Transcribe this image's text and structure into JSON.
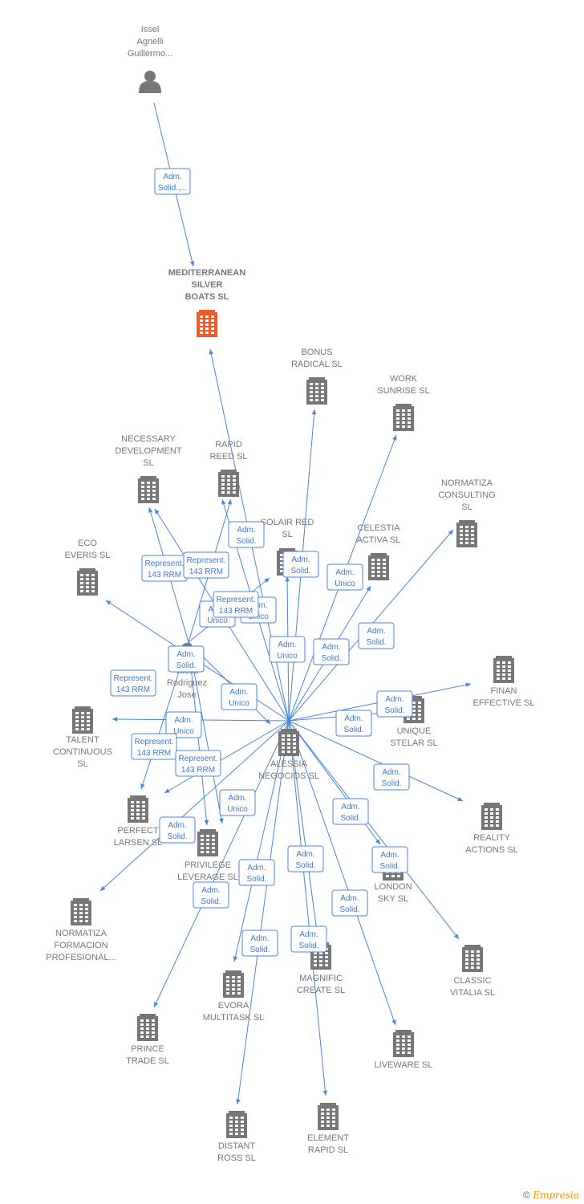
{
  "colors": {
    "edge": "#4a86d8",
    "building": "#777777",
    "building_highlight": "#f05a28",
    "person": "#777777"
  },
  "nodes": [
    {
      "id": "issel",
      "type": "person",
      "label": [
        "Issel",
        "Agnelli",
        "Guillermo..."
      ]
    },
    {
      "id": "msb",
      "type": "company",
      "highlight": true,
      "label": [
        "MEDITERRANEAN",
        "SILVER",
        "BOATS  SL"
      ]
    },
    {
      "id": "bonus",
      "type": "company",
      "label": [
        "BONUS",
        "RADICAL  SL"
      ]
    },
    {
      "id": "work",
      "type": "company",
      "label": [
        "WORK",
        "SUNRISE  SL"
      ]
    },
    {
      "id": "nec",
      "type": "company",
      "label": [
        "NECESSARY",
        "DEVELOPMENT",
        "SL"
      ]
    },
    {
      "id": "rapid",
      "type": "company",
      "label": [
        "RAPID",
        "REED  SL"
      ]
    },
    {
      "id": "normcons",
      "type": "company",
      "label": [
        "NORMATIZA",
        "CONSULTING",
        "SL"
      ]
    },
    {
      "id": "solair",
      "type": "company",
      "label": [
        "SOLAIR RED",
        "SL"
      ]
    },
    {
      "id": "celestia",
      "type": "company",
      "label": [
        "CELESTIA",
        "ACTIVA  SL"
      ]
    },
    {
      "id": "eco",
      "type": "company",
      "label": [
        "ECO",
        "EVERIS  SL"
      ]
    },
    {
      "id": "tadeo",
      "type": "person",
      "label": [
        "Tadeo",
        "Rodriguez",
        "Jose"
      ]
    },
    {
      "id": "finan",
      "type": "company",
      "label": [
        "FINAN",
        "EFFECTIVE  SL"
      ]
    },
    {
      "id": "talent",
      "type": "company",
      "label": [
        "TALENT",
        "CONTINUOUS",
        "SL"
      ]
    },
    {
      "id": "alessia",
      "type": "company",
      "label": [
        "ALESSIA",
        "NEGOCIOS  SL"
      ]
    },
    {
      "id": "unique",
      "type": "company",
      "label": [
        "UNIQUE",
        "STELAR  SL"
      ]
    },
    {
      "id": "perfect",
      "type": "company",
      "label": [
        "PERFECT",
        "LARSEN  SL"
      ]
    },
    {
      "id": "reality",
      "type": "company",
      "label": [
        "REALITY",
        "ACTIONS  SL"
      ]
    },
    {
      "id": "privilege",
      "type": "company",
      "label": [
        "PRIVILEGE",
        "LEVERAGE  SL"
      ]
    },
    {
      "id": "london",
      "type": "company",
      "label": [
        "LONDON",
        "SKY  SL"
      ]
    },
    {
      "id": "normform",
      "type": "company",
      "label": [
        "NORMATIZA",
        "FORMACION",
        "PROFESIONAL..."
      ]
    },
    {
      "id": "classic",
      "type": "company",
      "label": [
        "CLASSIC",
        "VITALIA  SL"
      ]
    },
    {
      "id": "magnific",
      "type": "company",
      "label": [
        "MAGNIFIC",
        "CREATE  SL"
      ]
    },
    {
      "id": "evora",
      "type": "company",
      "label": [
        "EVORA",
        "MULTITASK  SL"
      ]
    },
    {
      "id": "prince",
      "type": "company",
      "label": [
        "PRINCE",
        "TRADE  SL"
      ]
    },
    {
      "id": "liveware",
      "type": "company",
      "label": [
        "LIVEWARE  SL"
      ]
    },
    {
      "id": "distant",
      "type": "company",
      "label": [
        "DISTANT",
        "ROSS  SL"
      ]
    },
    {
      "id": "element",
      "type": "company",
      "label": [
        "ELEMENT",
        "RAPID  SL"
      ]
    }
  ],
  "edges": [
    {
      "from": "issel",
      "to": "msb",
      "label": [
        "Adm.",
        "Solid.,..."
      ]
    },
    {
      "from": "alessia",
      "to": "msb",
      "label": [
        "Adm.",
        "Solid."
      ]
    },
    {
      "from": "alessia",
      "to": "bonus",
      "label": [
        "Adm.",
        "Solid."
      ]
    },
    {
      "from": "alessia",
      "to": "work",
      "label": [
        "Adm.",
        "Unico"
      ]
    },
    {
      "from": "alessia",
      "to": "normcons",
      "label": [
        "Adm.",
        "Solid."
      ]
    },
    {
      "from": "alessia",
      "to": "solair",
      "label": [
        "Adm.",
        "Unico"
      ]
    },
    {
      "from": "alessia",
      "to": "celestia",
      "label": [
        "Adm.",
        "Solid."
      ]
    },
    {
      "from": "alessia",
      "to": "finan",
      "label": [
        "Adm.",
        "Solid."
      ]
    },
    {
      "from": "alessia",
      "to": "unique",
      "label": [
        "Adm.",
        "Solid."
      ]
    },
    {
      "from": "alessia",
      "to": "reality",
      "label": [
        "Adm.",
        "Solid."
      ]
    },
    {
      "from": "alessia",
      "to": "london",
      "label": [
        "Adm.",
        "Solid."
      ]
    },
    {
      "from": "alessia",
      "to": "classic",
      "label": [
        "Adm.",
        "Solid."
      ]
    },
    {
      "from": "alessia",
      "to": "liveware",
      "label": [
        "Adm.",
        "Solid."
      ]
    },
    {
      "from": "alessia",
      "to": "magnific",
      "label": [
        "Adm.",
        "Solid."
      ]
    },
    {
      "from": "alessia",
      "to": "element",
      "label": [
        "Adm.",
        "Solid."
      ]
    },
    {
      "from": "alessia",
      "to": "distant",
      "label": [
        "Adm.",
        "Solid."
      ]
    },
    {
      "from": "alessia",
      "to": "evora",
      "label": [
        "Adm.",
        "Solid."
      ]
    },
    {
      "from": "alessia",
      "to": "prince",
      "label": [
        "Adm.",
        "Solid."
      ]
    },
    {
      "from": "alessia",
      "to": "normform",
      "label": [
        "Adm.",
        "Solid."
      ]
    },
    {
      "from": "alessia",
      "to": "perfect",
      "label": [
        "Adm.",
        "Unico"
      ]
    },
    {
      "from": "alessia",
      "to": "talent",
      "label": [
        "Adm.",
        "Unico"
      ]
    },
    {
      "from": "alessia",
      "to": "eco",
      "label": [
        "Adm.",
        "Solid."
      ]
    },
    {
      "from": "alessia",
      "to": "rapid",
      "label": [
        "Adm.",
        "Unico"
      ]
    },
    {
      "from": "alessia",
      "to": "nec",
      "label": [
        "Adm.",
        "Unico"
      ]
    },
    {
      "from": "tadeo",
      "to": "alessia",
      "label": [
        "Adm.",
        "Unico"
      ]
    },
    {
      "from": "tadeo",
      "to": "nec",
      "label": [
        "Represent.",
        "143 RRM"
      ]
    },
    {
      "from": "tadeo",
      "to": "rapid",
      "label": [
        "Represent.",
        "143 RRM"
      ]
    },
    {
      "from": "tadeo",
      "to": "solair",
      "label": [
        "Represent.",
        "143 RRM"
      ]
    },
    {
      "from": "tadeo",
      "to": "talent",
      "label": [
        "Represent.",
        "143 RRM"
      ]
    },
    {
      "from": "tadeo",
      "to": "perfect",
      "label": [
        "Represent.",
        "143 RRM"
      ]
    },
    {
      "from": "tadeo",
      "to": "privilege",
      "label": [
        "Represent.",
        "143 RRM"
      ]
    }
  ],
  "footer": {
    "copyright": "©",
    "brand": "Empresia"
  }
}
